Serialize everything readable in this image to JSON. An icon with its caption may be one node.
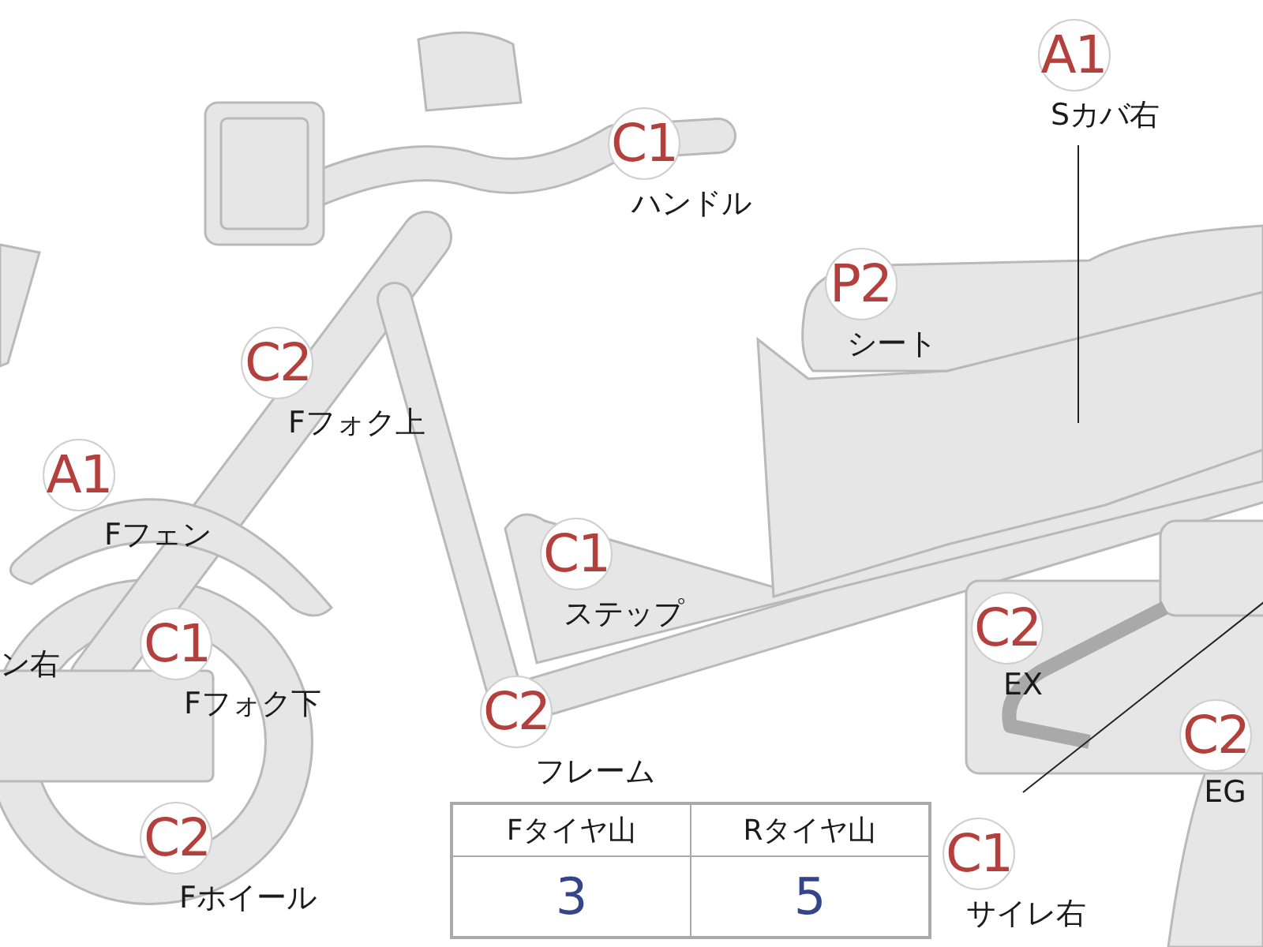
{
  "diagram": {
    "nodes": [
      {
        "text": [
          "A1",
          "Sカバ右"
        ]
      },
      {
        "text": [
          "C1",
          "ハンドル"
        ]
      },
      {
        "text": [
          "P2",
          "シート"
        ]
      },
      {
        "text": [
          "C2",
          "Fフォク上"
        ]
      },
      {
        "text": [
          "A1",
          "Fフェン"
        ]
      },
      {
        "text": [
          "C1",
          "ステップ"
        ]
      },
      {
        "text": [
          "C1",
          "Fフォク下"
        ]
      },
      {
        "text": [
          "C2",
          "EX"
        ]
      },
      {
        "text": [
          "C2",
          "フレーム"
        ]
      },
      {
        "text": [
          "C2",
          "EG"
        ]
      },
      {
        "text": [
          "C2",
          "Fホイール"
        ]
      },
      {
        "text": [
          "C1",
          "サイレ右"
        ]
      },
      {
        "text": [],
        "shape": "box"
      }
    ],
    "edges": [
      {
        "from": 0,
        "to": 12,
        "arrow": "none"
      },
      {
        "from": 11,
        "to": null,
        "arrow": "none"
      }
    ],
    "labels": [
      "ン右",
      "Fタイヤ山",
      "Rタイヤ山",
      "3",
      "5"
    ]
  }
}
